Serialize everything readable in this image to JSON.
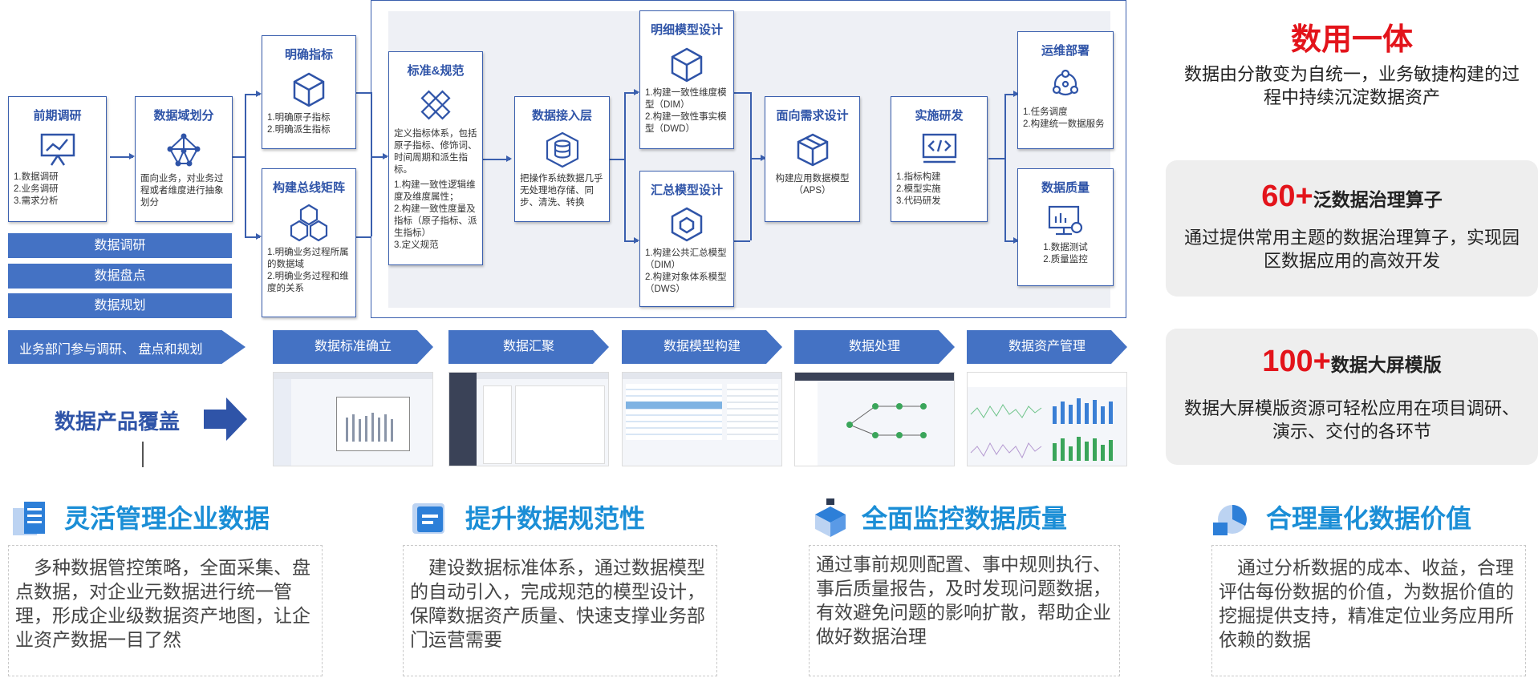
{
  "flow": {
    "qianqi": {
      "title": "前期调研",
      "items": [
        "1.数据调研",
        "2.业务调研",
        "3.需求分析"
      ]
    },
    "shujuyu": {
      "title": "数据域划分",
      "desc": "面向业务，对业务过程或者维度进行抽象划分"
    },
    "mingque": {
      "title": "明确指标",
      "items": [
        "1.明确原子指标",
        "2.明确派生指标"
      ]
    },
    "zongxian": {
      "title": "构建总线矩阵",
      "items": [
        "1.明确业务过程所属的数据域",
        "2.明确业务过程和维度的关系"
      ]
    },
    "biaozhun": {
      "title": "标准&规范",
      "desc": "定义指标体系，包括原子指标、修饰词、时间周期和派生指标。",
      "items": [
        "1.构建一致性逻辑维度及维度属性；",
        "2.构建一致性度量及指标（原子指标、派生指标）",
        "3.定义规范"
      ]
    },
    "jieru": {
      "title": "数据接入层",
      "desc": "把操作系统数据几乎无处理地存储、同步、清洗、转换"
    },
    "mingxi": {
      "title": "明细模型设计",
      "items": [
        "1.构建一致性维度模型（DIM）",
        "2.构建一致性事实模型（DWD）"
      ]
    },
    "huizong": {
      "title": "汇总模型设计",
      "items": [
        "1.构建公共汇总模型（DIM）",
        "2.构建对象体系模型（DWS）"
      ]
    },
    "xuqiu": {
      "title": "面向需求设计",
      "desc": "构建应用数据模型（APS）"
    },
    "shishi": {
      "title": "实施研发",
      "items": [
        "1.指标构建",
        "2.模型实施",
        "3.代码研发"
      ]
    },
    "yunwei": {
      "title": "运维部署",
      "items": [
        "1.任务调度",
        "2.构建统一数据服务"
      ]
    },
    "zhiliang": {
      "title": "数据质量",
      "items": [
        "1.数据测试",
        "2.质量监控"
      ]
    }
  },
  "left_bars": [
    "数据调研",
    "数据盘点",
    "数据规划"
  ],
  "chevrons": [
    "业务部门参与调研、 盘点和规划",
    "数据标准确立",
    "数据汇聚",
    "数据模型构建",
    "数据处理",
    "数据资产管理"
  ],
  "product_label": "数据产品覆盖",
  "right": {
    "title1": "数用一体",
    "text1": "数据由分散变为自统一，业务敏捷构建的过程中持续沉淀数据资产",
    "num2": "60+",
    "title2": "泛数据治理算子",
    "text2": "通过提供常用主题的数据治理算子，实现园区数据应用的高效开发",
    "num3": "100+",
    "title3": "数据大屏模版",
    "text3": "数据大屏模版资源可轻松应用在项目调研、演示、交付的各环节"
  },
  "features": [
    {
      "title": "灵活管理企业数据",
      "text": "多种数据管控策略，全面采集、盘点数据，对企业元数据进行统一管理，形成企业级数据资产地图，让企业资产数据一目了然"
    },
    {
      "title": "提升数据规范性",
      "text": "建设数据标准体系，通过数据模型的自动引入，完成规范的模型设计，保障数据资产质量、快速支撑业务部门运营需要"
    },
    {
      "title": "全面监控数据质量",
      "text": "通过事前规则配置、事中规则执行、事后质量报告，及时发现问题数据，有效避免问题的影响扩散，帮助企业做好数据治理"
    },
    {
      "title": "合理量化数据价值",
      "text": "通过分析数据的成本、收益，合理评估每份数据的价值，为数据价值的挖掘提供支持，精准定位业务应用所依赖的数据"
    }
  ],
  "colors": {
    "accent": "#4472c4",
    "title_blue": "#2f54a8",
    "red": "#e3141b",
    "feature_blue": "#1b8ed6"
  }
}
